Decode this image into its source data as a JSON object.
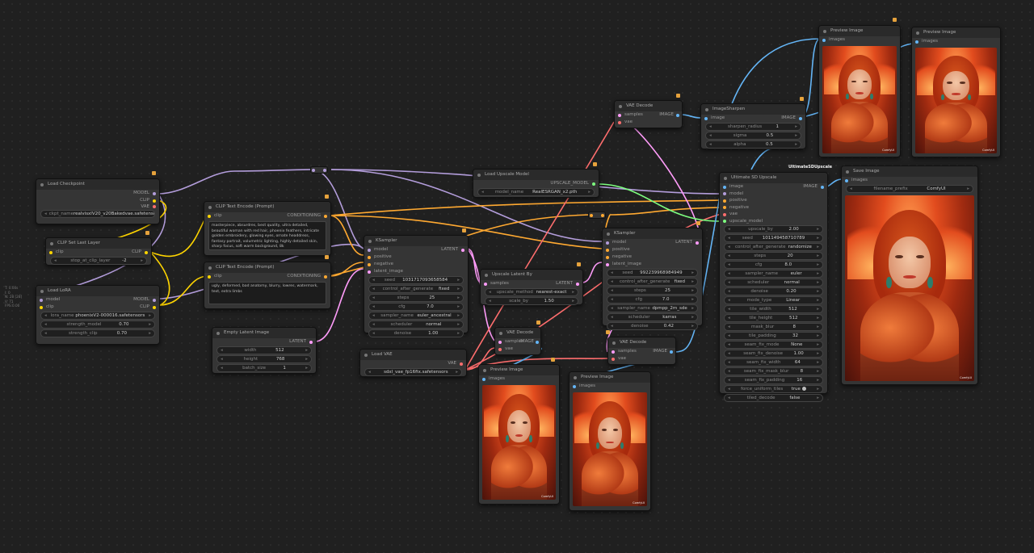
{
  "sidebar_stats": [
    "T: 0.00s",
    "I: 0",
    "N: 28 [28]",
    "V: 71",
    "FPS:0.00"
  ],
  "load_checkpoint": {
    "title": "Load Checkpoint",
    "outputs": [
      "MODEL",
      "CLIP",
      "VAE"
    ],
    "ckpt_name_label": "ckpt_name",
    "ckpt_name": "realvisxlV20_v20Bakedvae.safetensors"
  },
  "clip_set_last_layer": {
    "title": "CLIP Set Last Layer",
    "input": "clip",
    "output": "CLIP",
    "widget_label": "stop_at_clip_layer",
    "widget_value": "-2"
  },
  "load_lora": {
    "title": "Load LoRA",
    "inputs": [
      "model",
      "clip"
    ],
    "outputs": [
      "MODEL",
      "CLIP"
    ],
    "widgets": [
      {
        "label": "lora_name",
        "value": "phoenixV2-000016.safetensors"
      },
      {
        "label": "strength_model",
        "value": "0.70"
      },
      {
        "label": "strength_clip",
        "value": "0.70"
      }
    ]
  },
  "clip_text_positive": {
    "title": "CLIP Text Encode (Prompt)",
    "input": "clip",
    "output": "CONDITIONING",
    "text": "masterpiece, absurdres, best quality, ultra detailed, beautiful woman with red hair, phoenix feathers, intricate golden embroidery, glowing eyes, ornate headdress, fantasy portrait, volumetric lighting, highly detailed skin, sharp focus, soft warm background, 8k"
  },
  "clip_text_negative": {
    "title": "CLIP Text Encode (Prompt)",
    "input": "clip",
    "output": "CONDITIONING",
    "text": "ugly, deformed, bad anatomy, blurry, lowres, watermark, text, extra limbs"
  },
  "empty_latent": {
    "title": "Empty Latent Image",
    "output": "LATENT",
    "widgets": [
      {
        "label": "width",
        "value": "512"
      },
      {
        "label": "height",
        "value": "768"
      },
      {
        "label": "batch_size",
        "value": "1"
      }
    ]
  },
  "ksampler1": {
    "title": "KSampler",
    "inputs": [
      "model",
      "positive",
      "negative",
      "latent_image"
    ],
    "output": "LATENT",
    "widgets": [
      {
        "label": "seed",
        "value": "1031717093658584"
      },
      {
        "label": "control_after_generate",
        "value": "fixed"
      },
      {
        "label": "steps",
        "value": "25"
      },
      {
        "label": "cfg",
        "value": "7.0"
      },
      {
        "label": "sampler_name",
        "value": "euler_ancestral"
      },
      {
        "label": "scheduler",
        "value": "normal"
      },
      {
        "label": "denoise",
        "value": "1.00"
      }
    ]
  },
  "load_upscale_model": {
    "title": "Load Upscale Model",
    "output": "UPSCALE_MODEL",
    "widget_label": "model_name",
    "widget_value": "RealESRGAN_x2.pth"
  },
  "upscale_latent_by": {
    "title": "Upscale Latent By",
    "input": "samples",
    "output": "LATENT",
    "widgets": [
      {
        "label": "upscale_method",
        "value": "nearest-exact"
      },
      {
        "label": "scale_by",
        "value": "1.50"
      }
    ]
  },
  "vae_decode1": {
    "title": "VAE Decode",
    "inputs": [
      "samples",
      "vae"
    ],
    "output": "IMAGE"
  },
  "load_vae": {
    "title": "Load VAE",
    "output": "VAE",
    "widget_value": "sdxl_vae_fp16fix.safetensors"
  },
  "preview1": {
    "title": "Preview Image",
    "input": "images",
    "watermark": "ComfyUI"
  },
  "ksampler2": {
    "title": "KSampler",
    "inputs": [
      "model",
      "positive",
      "negative",
      "latent_image"
    ],
    "output": "LATENT",
    "widgets": [
      {
        "label": "seed",
        "value": "992239968984949"
      },
      {
        "label": "control_after_generate",
        "value": "fixed"
      },
      {
        "label": "steps",
        "value": "25"
      },
      {
        "label": "cfg",
        "value": "7.0"
      },
      {
        "label": "sampler_name",
        "value": "dpmpp_2m_sde"
      },
      {
        "label": "scheduler",
        "value": "karras"
      },
      {
        "label": "denoise",
        "value": "0.42"
      }
    ]
  },
  "vae_decode2": {
    "title": "VAE Decode",
    "inputs": [
      "samples",
      "vae"
    ],
    "output": "IMAGE"
  },
  "preview2": {
    "title": "Preview Image",
    "input": "images",
    "watermark": "ComfyUI"
  },
  "vae_decode3": {
    "title": "VAE Decode",
    "inputs": [
      "samples",
      "vae"
    ],
    "output": "IMAGE"
  },
  "image_sharpen": {
    "title": "ImageSharpen",
    "input": "image",
    "output": "IMAGE",
    "widgets": [
      {
        "label": "sharpen_radius",
        "value": "1"
      },
      {
        "label": "sigma",
        "value": "0.5"
      },
      {
        "label": "alpha",
        "value": "0.5"
      }
    ]
  },
  "preview3": {
    "title": "Preview Image",
    "input": "images",
    "watermark": "ComfyUI"
  },
  "preview4": {
    "title": "Preview Image",
    "input": "images",
    "watermark": "ComfyUI"
  },
  "ultimate_sd": {
    "title": "Ultimate SD Upscale",
    "badge": "UltimateSDUpscale",
    "output": "IMAGE",
    "inputs": [
      "image",
      "model",
      "positive",
      "negative",
      "vae",
      "upscale_model"
    ],
    "widgets": [
      {
        "label": "upscale_by",
        "value": "2.00"
      },
      {
        "label": "seed",
        "value": "101149458710789"
      },
      {
        "label": "control_after_generate",
        "value": "randomize"
      },
      {
        "label": "steps",
        "value": "20"
      },
      {
        "label": "cfg",
        "value": "8.0"
      },
      {
        "label": "sampler_name",
        "value": "euler"
      },
      {
        "label": "scheduler",
        "value": "normal"
      },
      {
        "label": "denoise",
        "value": "0.20"
      },
      {
        "label": "mode_type",
        "value": "Linear"
      },
      {
        "label": "tile_width",
        "value": "512"
      },
      {
        "label": "tile_height",
        "value": "512"
      },
      {
        "label": "mask_blur",
        "value": "8"
      },
      {
        "label": "tile_padding",
        "value": "32"
      },
      {
        "label": "seam_fix_mode",
        "value": "None"
      },
      {
        "label": "seam_fix_denoise",
        "value": "1.00"
      },
      {
        "label": "seam_fix_width",
        "value": "64"
      },
      {
        "label": "seam_fix_mask_blur",
        "value": "8"
      },
      {
        "label": "seam_fix_padding",
        "value": "16"
      }
    ],
    "force_uniform_label": "force_uniform_tiles",
    "force_uniform_value": "true",
    "tiled_decode_label": "tiled_decode",
    "tiled_decode_value": "false"
  },
  "save_image": {
    "title": "Save Image",
    "input": "images",
    "prefix_label": "filename_prefix",
    "prefix_value": "ComfyUI",
    "watermark": "ComfyUI"
  },
  "colors": {
    "model": "#b39ddb",
    "clip": "#ffd500",
    "vae": "#ff6e6e",
    "conditioning": "#ffa931",
    "latent": "#ff9cf9",
    "image": "#64b5f6",
    "upscale": "#7eff80"
  }
}
